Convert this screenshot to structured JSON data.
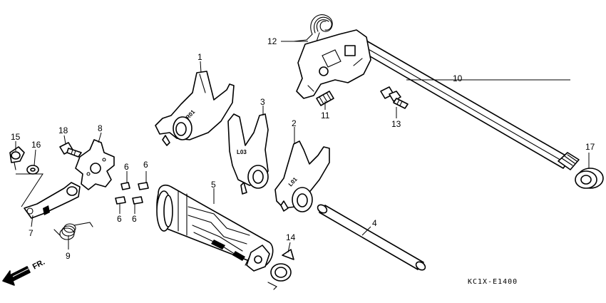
{
  "diagram_code": "KC1X-E1400",
  "direction_label": "FR.",
  "fork_stamps": {
    "fork_1": "R01",
    "fork_2": "L01",
    "fork_3": "L03"
  },
  "callouts": {
    "c1": "1",
    "c2": "2",
    "c3": "3",
    "c4": "4",
    "c5": "5",
    "c6a": "6",
    "c6b": "6",
    "c6c": "6",
    "c6d": "6",
    "c7": "7",
    "c8": "8",
    "c9": "9",
    "c10": "10",
    "c11": "11",
    "c12": "12",
    "c13": "13",
    "c14": "14",
    "c15": "15",
    "c16": "16",
    "c17": "17",
    "c18": "18"
  },
  "colors": {
    "line": "#000000",
    "background": "#ffffff"
  }
}
